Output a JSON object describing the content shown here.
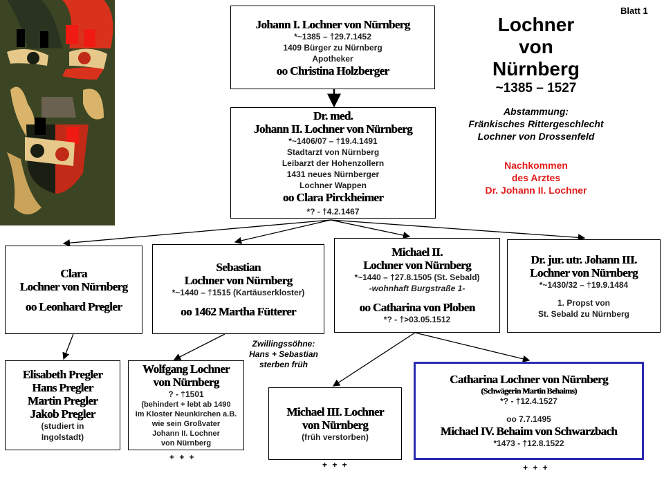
{
  "sheet_label": "Blatt 1",
  "title": {
    "line1": "Lochner",
    "line2": "von",
    "line3": "Nürnberg",
    "years": "~1385 – 1527"
  },
  "origin": {
    "line1": "Abstammung:",
    "line2": "Fränkisches Rittergeschlecht",
    "line3": "Lochner von Drossenfeld"
  },
  "descendants": {
    "line1": "Nachkommen",
    "line2": "des Arztes",
    "line3": "Dr. Johann II. Lochner",
    "color": "#e31b1b"
  },
  "coat_of_arms": {
    "alt": "Lochner Wappen"
  },
  "persons": {
    "johann1": {
      "name": "Johann I. Lochner von Nürnberg",
      "dates": "*~1385 – †29.7.1452",
      "info1": "1409 Bürger zu Nürnberg",
      "info2": "Apotheker",
      "spouse": "oo Christina Holzberger"
    },
    "johann2": {
      "title": "Dr. med.",
      "name": "Johann II. Lochner von Nürnberg",
      "dates": "*~1406/07 – †19.4.1491",
      "info1": "Stadtarzt von Nürnberg",
      "info2": "Leibarzt der Hohenzollern",
      "info3": "1431 neues Nürnberger",
      "info4": "Lochner Wappen",
      "spouse": "oo Clara Pirckheimer",
      "spouse_dates": "*? - †4.2.1467"
    },
    "clara": {
      "name1": "Clara",
      "name2": "Lochner von Nürnberg",
      "spouse": "oo Leonhard Pregler"
    },
    "sebastian": {
      "name1": "Sebastian",
      "name2": "Lochner von Nürnberg",
      "dates": "*~1440 – †1515 (Kartäuserkloster)",
      "spouse": "oo 1462 Martha Fütterer"
    },
    "michael2": {
      "name1": "Michael II.",
      "name2": "Lochner von Nürnberg",
      "dates": "*~1440 – †27.8.1505 (St. Sebald)",
      "residence": "-wohnhaft Burgstraße 1-",
      "spouse": "oo Catharina von Ploben",
      "spouse_dates": "*? - †>03.05.1512"
    },
    "johann3": {
      "name1": "Dr. jur. utr. Johann III.",
      "name2": "Lochner von Nürnberg",
      "dates": "*~1430/32 – †19.9.1484",
      "info1": "1. Propst von",
      "info2": "St. Sebald zu Nürnberg"
    },
    "pregler": {
      "name1": "Elisabeth Pregler",
      "name2": "Hans Pregler",
      "name3": "Martin Pregler",
      "name4": "Jakob Pregler",
      "info1": "(studiert in",
      "info2": "Ingolstadt)"
    },
    "wolfgang": {
      "name1": "Wolfgang Lochner",
      "name2": "von Nürnberg",
      "dates": "? - †1501",
      "info1": "(behindert + lebt ab 1490",
      "info2": "Im Kloster Neunkirchen a.B.",
      "info3": "wie sein Großvater",
      "info4": "Johann II. Lochner",
      "info5": "von Nürnberg",
      "more": "+ + +"
    },
    "twins_note": {
      "line1": "Zwillingssöhne:",
      "line2": "Hans + Sebastian",
      "line3": "sterben früh"
    },
    "michael3": {
      "name1": "Michael III. Lochner",
      "name2": "von Nürnberg",
      "info": "(früh verstorben)",
      "more": "+ + +"
    },
    "catharina": {
      "name": "Catharina Lochner von Nürnberg",
      "note": "(Schwägerin Martin Behaims)",
      "dates": "*? - †12.4.1527",
      "marriage": "oo 7.7.1495",
      "spouse": "Michael IV. Behaim von Schwarzbach",
      "spouse_dates": "*1473 - †12.8.1522",
      "more": "+ + +",
      "border_color": "#2b2bb0"
    }
  }
}
